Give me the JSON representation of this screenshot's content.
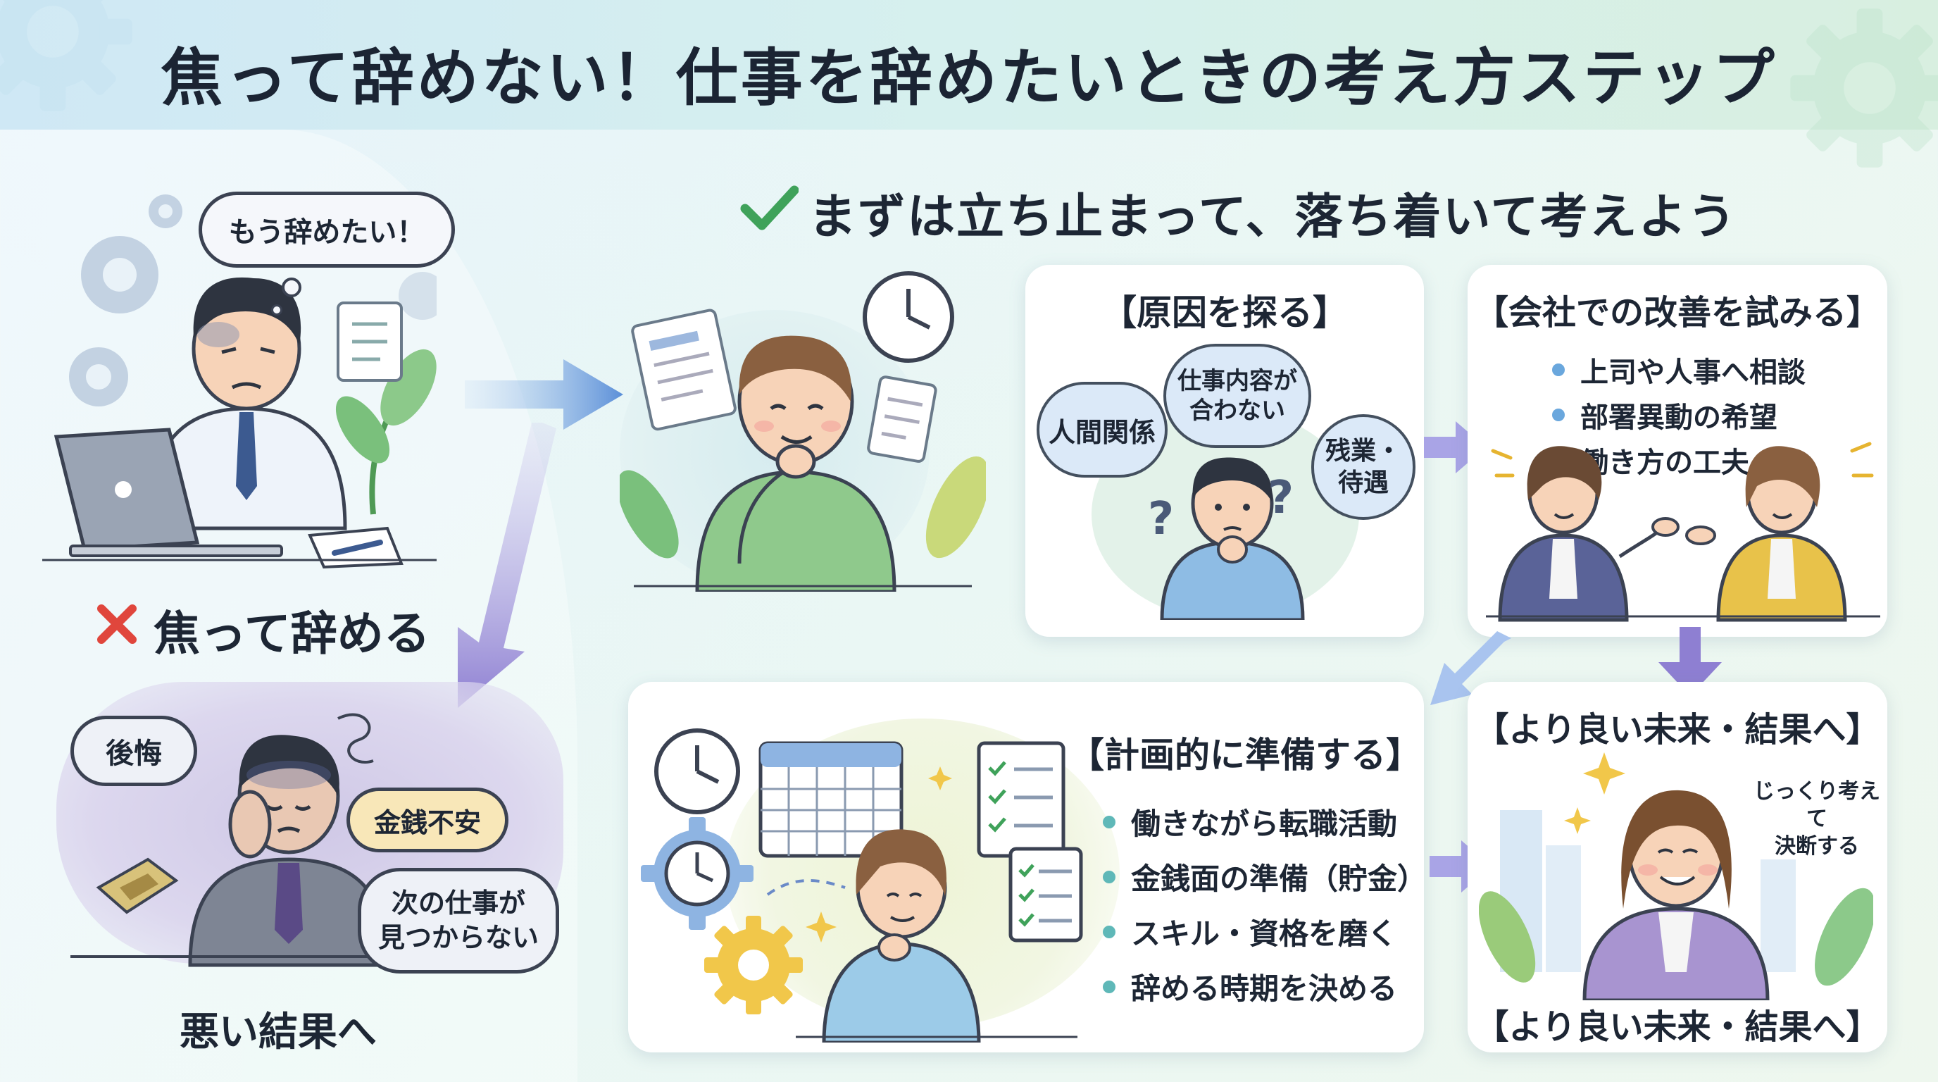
{
  "title": "焦って辞めない！仕事を辞めたいときの考え方ステップ",
  "left": {
    "thought_bubble": "もう辞めたい！",
    "bad_heading": "焦って辞める",
    "bad_bubbles": [
      "後悔",
      "金銭不安",
      "次の仕事が\n見つからない"
    ],
    "bad_result": "悪い結果へ"
  },
  "center": {
    "heading": "まずは立ち止まって、落ち着いて考えよう"
  },
  "cause_card": {
    "title": "【原因を探る】",
    "bubbles": [
      "人間関係",
      "仕事内容が\n合わない",
      "残業・\n待遇"
    ]
  },
  "improve_card": {
    "title": "【会社での改善を試みる】",
    "items": [
      "上司や人事へ相談",
      "部署異動の希望",
      "働き方の工夫"
    ]
  },
  "plan_card": {
    "title": "【計画的に準備する】",
    "items": [
      "働きながら転職活動",
      "金銭面の準備（貯金）",
      "スキル・資格を磨く",
      "辞める時期を決める"
    ]
  },
  "future_card": {
    "title": "【より良い未来・結果へ】",
    "note": "じっくり考えて\n決断する",
    "footer": "【より良い未来・結果へ】"
  },
  "colors": {
    "check": "#3fa25a",
    "cross": "#e0463c",
    "arrow_blue": "#5b8fd8",
    "arrow_purple": "#8e7fd2",
    "bullet_blue": "#6aa7dd",
    "bullet_teal": "#5fb8b8"
  },
  "icons": [
    "gear-icon",
    "check-icon",
    "cross-icon",
    "arrow-right-icon",
    "arrow-down-icon",
    "clock-icon",
    "calendar-icon",
    "checklist-icon",
    "document-icon",
    "question-icon",
    "sparkle-icon",
    "laptop-icon",
    "pen-icon",
    "leaf-icon"
  ]
}
